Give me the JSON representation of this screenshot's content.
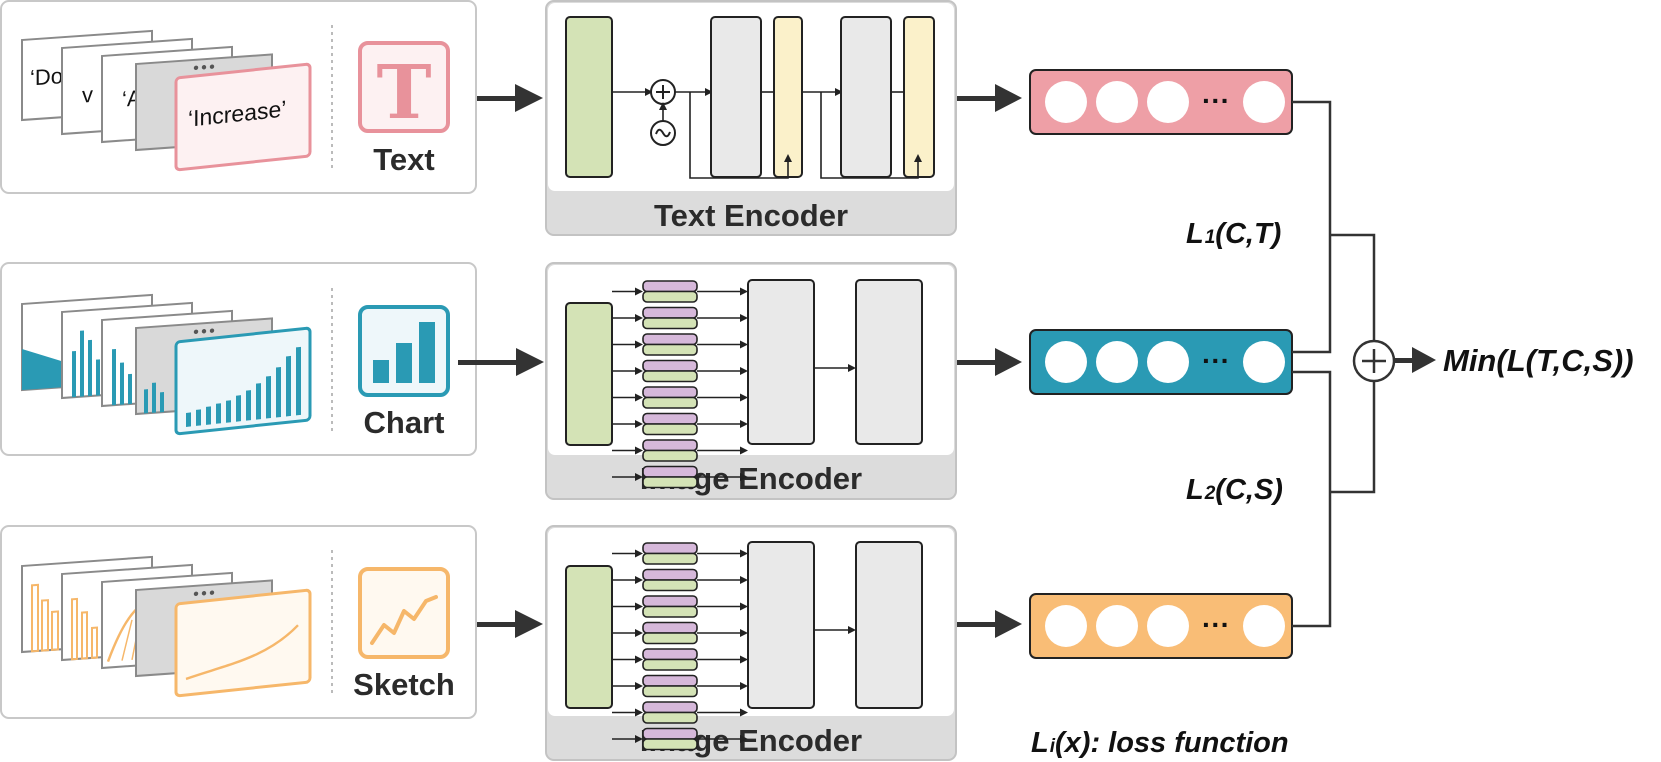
{
  "colors": {
    "text_accent": "#e8929b",
    "text_fill": "#ee9fa6",
    "chart_accent": "#2a9ab4",
    "sketch_accent": "#f6b76a",
    "sketch_fill": "#f9bd76",
    "green_block": "#d4e3b6",
    "purple_block": "#d6b8da",
    "gray_block": "#e9e9e9",
    "yellow_block": "#fbf1ca",
    "encoder_label_bg": "#dcdcdc"
  },
  "inputs": {
    "text": {
      "label": "Text",
      "icon": "letter-t-icon",
      "icon_glyph": "T",
      "cards": [
        "‘Do",
        "v",
        "‘A pe",
        "‘Increase’"
      ]
    },
    "chart": {
      "label": "Chart",
      "icon": "bar-chart-icon"
    },
    "sketch": {
      "label": "Sketch",
      "icon": "line-sketch-icon"
    }
  },
  "encoders": {
    "text": {
      "label": "Text Encoder"
    },
    "image_chart": {
      "label": "Image Encoder"
    },
    "image_sketch": {
      "label": "Image Encoder"
    }
  },
  "embeddings": {
    "ellipsis": "···"
  },
  "losses": {
    "l1_main": "L",
    "l1_sub": "1",
    "l1_args": "(C,T)",
    "l2_main": "L",
    "l2_sub": "2",
    "l2_args": "(C,S)",
    "objective": "Min(L(T,C,S))",
    "legend_main": "L",
    "legend_sub": "i",
    "legend_rest": "(x): loss function"
  }
}
